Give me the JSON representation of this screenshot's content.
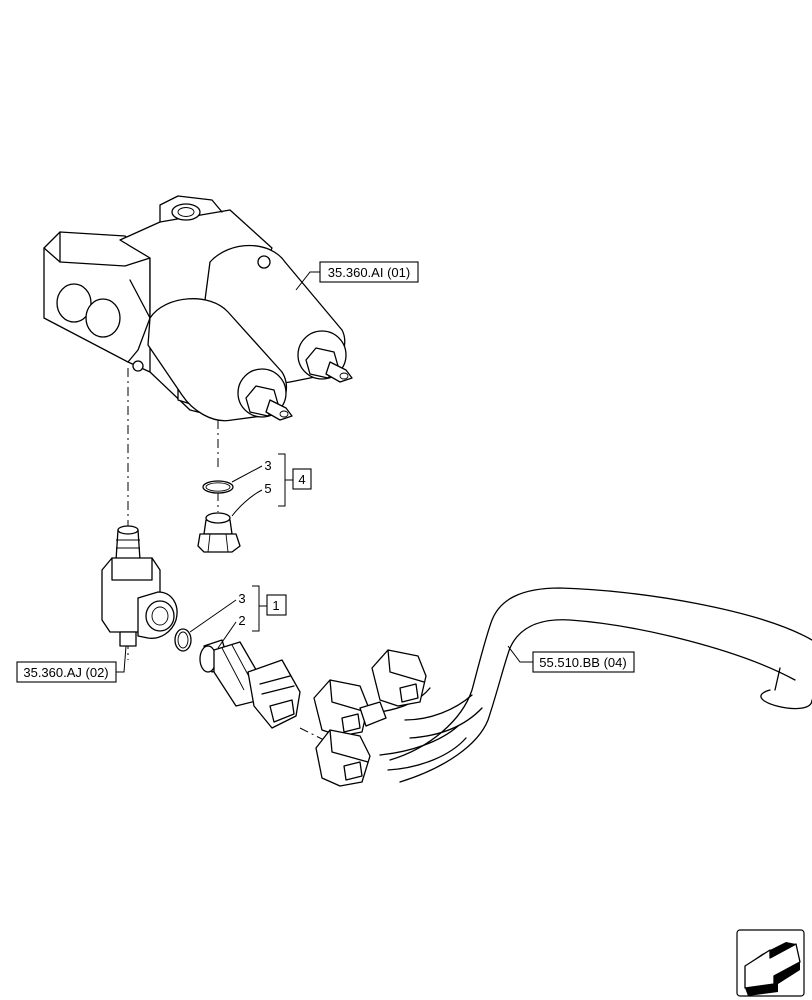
{
  "references": {
    "valve_block": "35.360.AI (01)",
    "adapter": "35.360.AJ (02)",
    "harness": "55.510.BB (04)"
  },
  "callouts": {
    "seal_upper": "3",
    "plug": "5",
    "seal_lower": "3",
    "pressure_switch": "2"
  },
  "groups": {
    "upper_kit": "4",
    "lower_kit": "1"
  },
  "icons": {
    "navigation": "arrow-icon"
  }
}
